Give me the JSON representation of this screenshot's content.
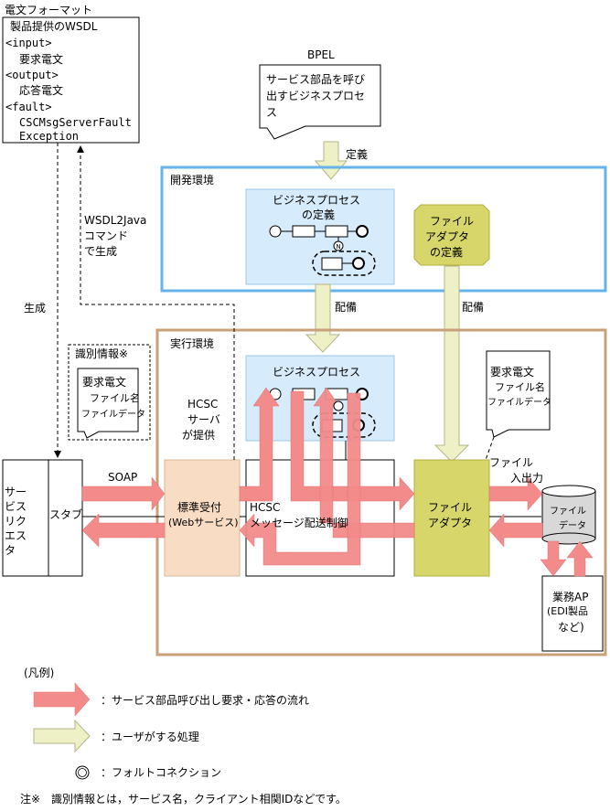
{
  "wsdl": {
    "heading": "電文フォーマット",
    "lines": [
      "製品提供のWSDL",
      "<input>",
      "要求電文",
      "<output>",
      "応答電文",
      "<fault>",
      "CSCMsgServerFault",
      "Exception"
    ]
  },
  "bpel": {
    "title": "BPEL",
    "text": [
      "サービス部品を呼び",
      "出すビジネスプロセ",
      "ス"
    ]
  },
  "labels": {
    "define": "定義",
    "deploy1": "配備",
    "deploy2": "配備",
    "generate": "生成",
    "wsdl2java": [
      "WSDL2Java",
      "コマンド",
      "で生成"
    ],
    "soap": "SOAP",
    "file_io": [
      "ファイル",
      "入出力"
    ]
  },
  "dev_env": {
    "title": "開発環境",
    "bp_def": [
      "ビジネスプロセス",
      "の定義"
    ],
    "fa_def": [
      "ファイル",
      "アダプタ",
      "の定義"
    ]
  },
  "exec_env": {
    "title": "実行環境",
    "bp": "ビジネスプロセス",
    "hcsc_provides": [
      "HCSC",
      "サーバ",
      "が提供"
    ],
    "standard_recv": [
      "標準受付",
      "(Webサービス)"
    ],
    "hcsc_msg": [
      "HCSC",
      "メッセージ配送制御"
    ],
    "file_adapter": [
      "ファイル",
      "アダプタ"
    ],
    "request_doc": [
      "要求電文",
      "ファイル名",
      "ファイルデータ"
    ],
    "file_data": [
      "ファイル",
      "データ"
    ],
    "biz_ap": [
      "業務AP",
      "(EDI製品",
      "など)"
    ]
  },
  "ident": {
    "title": "識別情報※",
    "doc": [
      "要求電文",
      "ファイル名",
      "ファイルデータ"
    ]
  },
  "requester": [
    "サー",
    "ビス",
    "リク",
    "エス",
    "タ"
  ],
  "stub": "スタブ",
  "legend": {
    "title": "(凡例)",
    "flow": "：サービス部品呼び出し要求・応答の流れ",
    "user": "：ユーザがする処理",
    "fault": "：フォルトコネクション"
  },
  "note": "注※　識別情報とは，サービス名，クライアント相関IDなどです。",
  "colors": {
    "dev_border": "#66b3ea",
    "exec_border": "#c8a07a",
    "bp_fill": "#d6ebfb",
    "adapter_fill": "#d6d66a",
    "recv_fill": "#f8dcc4",
    "flow_arrow": "#f38b8b",
    "user_arrow": "#eef0c6"
  }
}
